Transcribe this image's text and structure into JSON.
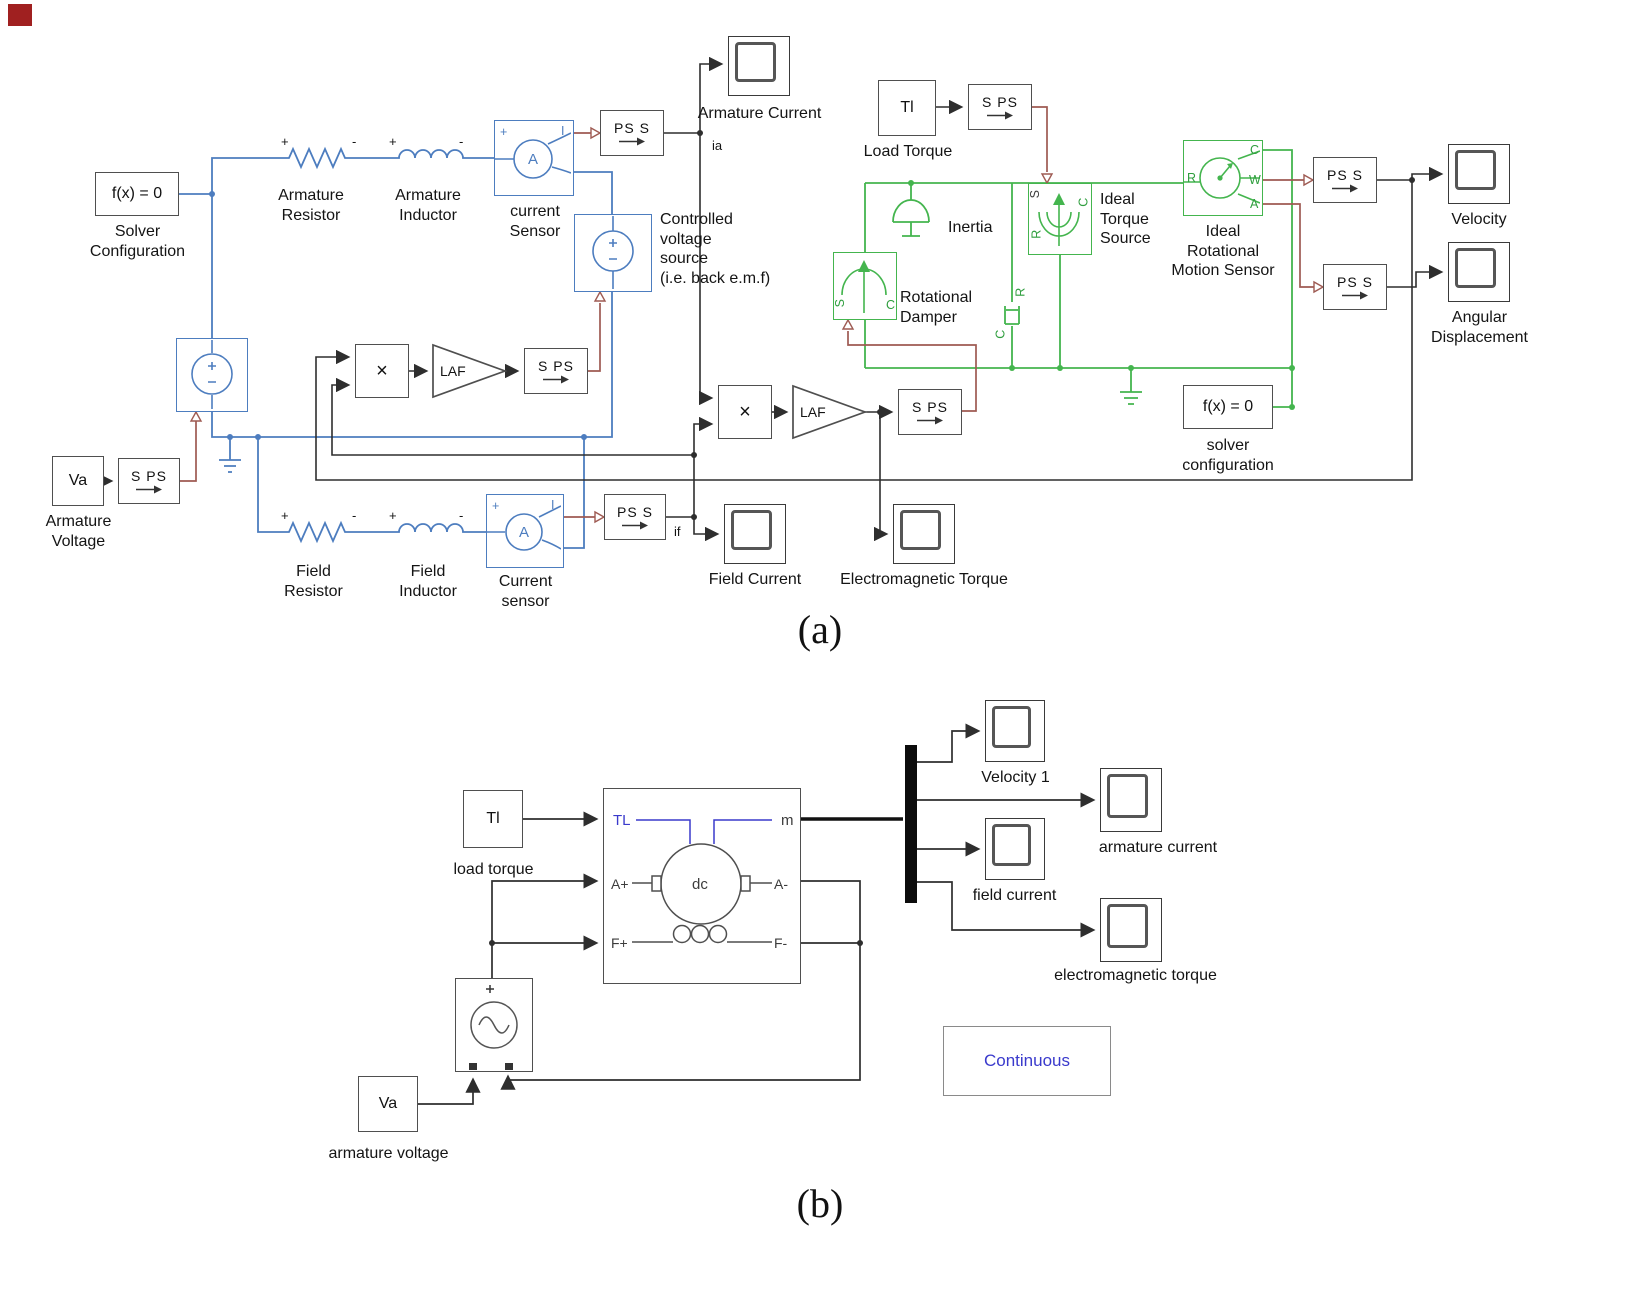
{
  "colors": {
    "electrical_blue": "#4d7dbf",
    "mechanical_green": "#44b54e",
    "physical_signal_brown": "#9e5a52",
    "signal_black": "#2e2e2e",
    "machine_port_blue": "#3a3acc"
  },
  "shared": {
    "ps_s": "PS S",
    "s_ps": "S PS",
    "fx0": "f(x) = 0",
    "laf": "LAF",
    "mult": "×",
    "plus": "+",
    "minus": "-",
    "port_i": "I",
    "port_s": "S",
    "port_c": "C",
    "port_r": "R",
    "port_w": "W",
    "port_a": "A",
    "amp_a": "A"
  },
  "figure_a": {
    "caption": "(a)",
    "solver_top_caption": "Solver\nConfiguration",
    "armature_resistor": "Armature\nResistor",
    "armature_inductor": "Armature\nInductor",
    "current_sensor_top": "current\nSensor",
    "armature_current": "Armature Current",
    "ia": "ia",
    "controlled_voltage_source": "Controlled\nvoltage\nsource\n(i.e. back e.m.f)",
    "tl": "Tl",
    "load_torque": "Load Torque",
    "inertia": "Inertia",
    "ideal_torque_source": "Ideal\nTorque\nSource",
    "motion_sensor": "Ideal\nRotational\nMotion Sensor",
    "velocity": "Velocity",
    "angular_displacement": "Angular\nDisplacement",
    "rotational_damper": "Rotational\nDamper",
    "va": "Va",
    "armature_voltage": "Armature\nVoltage",
    "field_resistor": "Field\nResistor",
    "field_inductor": "Field\nInductor",
    "current_sensor_bottom": "Current\nsensor",
    "if_label": "if",
    "field_current": "Field Current",
    "electromagnetic_torque": "Electromagnetic Torque",
    "solver_bottom_caption": "solver\nconfiguration"
  },
  "figure_b": {
    "caption": "(b)",
    "tl": "Tl",
    "load_torque": "load torque",
    "machine": {
      "tl": "TL",
      "m": "m",
      "a_plus": "A+",
      "a_minus": "A-",
      "f_plus": "F+",
      "f_minus": "F-",
      "dc": "dc"
    },
    "velocity1": "Velocity 1",
    "armature_current": "armature current",
    "field_current": "field current",
    "electromagnetic_torque": "electromagnetic torque",
    "va": "Va",
    "armature_voltage": "armature voltage",
    "continuous": "Continuous"
  }
}
